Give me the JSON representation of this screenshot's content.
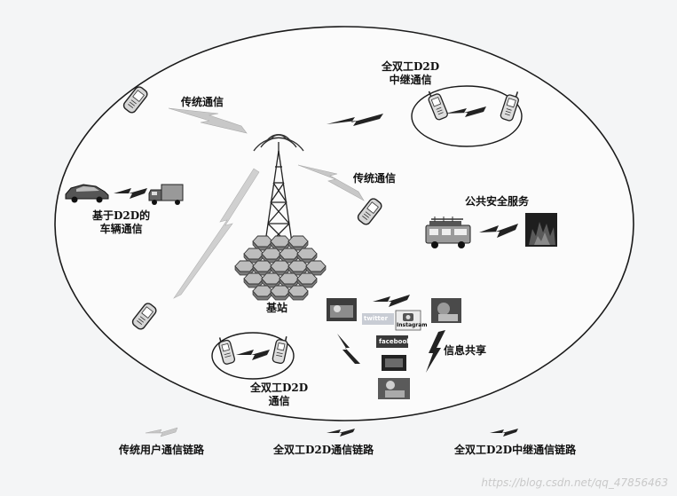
{
  "labels": {
    "traditional_top": "传统通信",
    "traditional_mid": "传统通信",
    "relay_top": [
      "全双工D2D",
      "中继通信"
    ],
    "vehicle": [
      "基于D2D的",
      "车辆通信"
    ],
    "base_station": "基站",
    "public_safety": "公共安全服务",
    "info_sharing": "信息共享",
    "fullduplex_bottom": [
      "全双工D2D",
      "通信"
    ],
    "tile_twitter": "twitter",
    "tile_instagram": "Instagram",
    "tile_facebook": "facebook"
  },
  "legend": {
    "traditional": "传统用户通信链路",
    "fullduplex": "全双工D2D通信链路",
    "relay": "全双工D2D中继通信链路"
  },
  "watermark": "https://blog.csdn.net/qq_47856463"
}
